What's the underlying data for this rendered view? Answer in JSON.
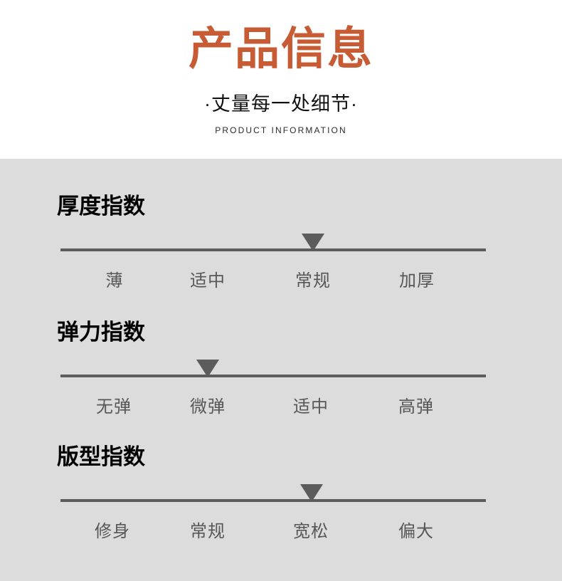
{
  "header": {
    "main_title": "产品信息",
    "sub_title": "·丈量每一处细节·",
    "eng_title": "PRODUCT INFORMATION",
    "accent_color": "#c75b34",
    "background_color": "#ffffff"
  },
  "panel": {
    "background_color": "#dcdcdc",
    "line_color": "#5c5c5c",
    "label_color": "#575757"
  },
  "sections": [
    {
      "title": "厚度指数",
      "labels": [
        "薄",
        "适中",
        "常规",
        "加厚"
      ],
      "selected_index": 2,
      "selected_label": "常规"
    },
    {
      "title": "弹力指数",
      "labels": [
        "无弹",
        "微弹",
        "适中",
        "高弹"
      ],
      "selected_index": 1,
      "selected_label": "微弹"
    },
    {
      "title": "版型指数",
      "labels": [
        "修身",
        "常规",
        "宽松",
        "偏大"
      ],
      "selected_index": 2,
      "selected_label": "宽松"
    }
  ]
}
